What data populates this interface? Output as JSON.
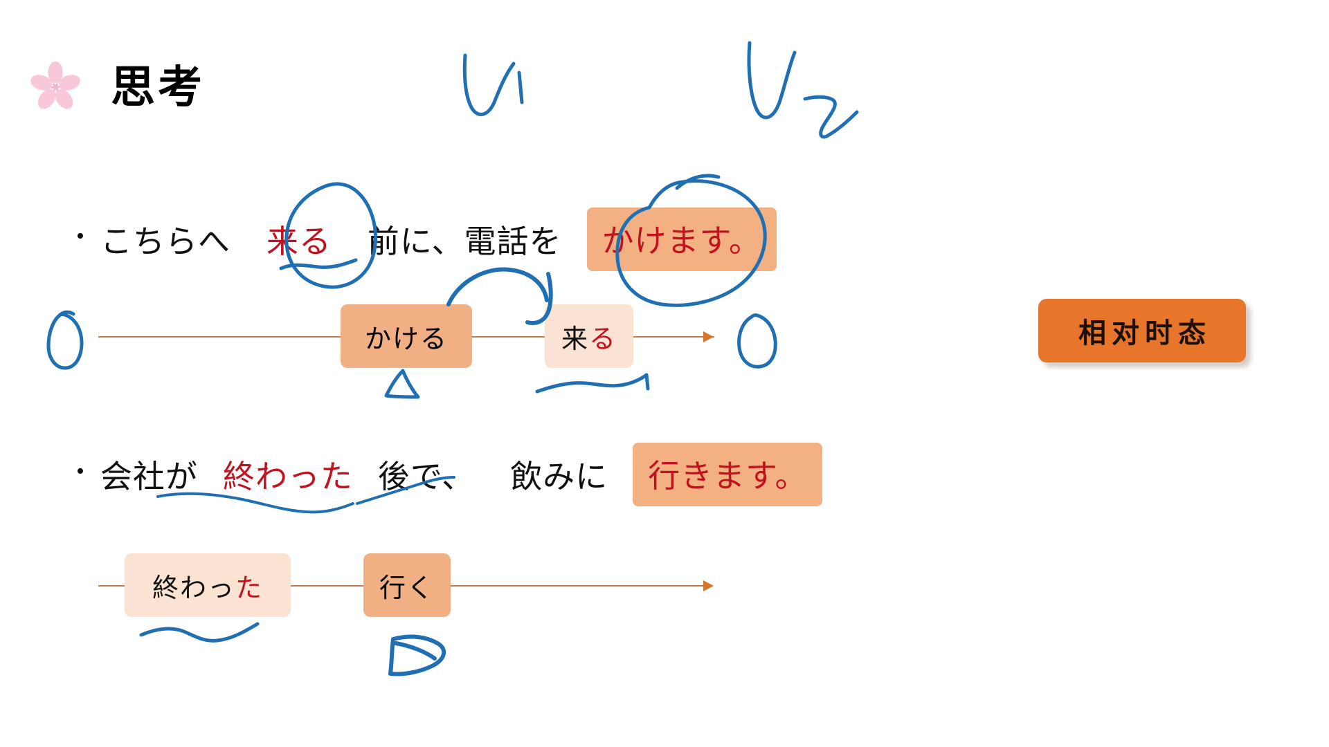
{
  "slide": {
    "background_color": "#ffffff",
    "title": "思考",
    "title_icon": "sakura-blossom-icon",
    "title_icon_color": "#f7c3d4"
  },
  "palette": {
    "highlight_orange": "#f3b183",
    "light_peach": "#fbe3d4",
    "chip_orange": "#e8762a",
    "ink_blue": "#1f6fb2",
    "accent_red": "#c1121f",
    "timeline_brown": "#c07a50",
    "text_black": "#111111"
  },
  "sentences": [
    {
      "bullet": "•",
      "segments": [
        {
          "text": "こちらへ",
          "color": "black",
          "highlight": false
        },
        {
          "text": "来る",
          "color": "red",
          "highlight": false,
          "annotation": "blue-circle"
        },
        {
          "text": "前に、電話を",
          "color": "black",
          "highlight": false
        },
        {
          "text": "かけます。",
          "color": "red",
          "highlight": true,
          "annotation": "blue-circle"
        }
      ],
      "plain_text": "こちらへ 来る 前に、電話を かけます。"
    },
    {
      "bullet": "•",
      "segments": [
        {
          "text": "会社が",
          "color": "black",
          "highlight": false
        },
        {
          "text": "終わった",
          "color": "red",
          "highlight": false,
          "annotation": "blue-wavy-underline"
        },
        {
          "text": "後で、",
          "color": "black",
          "highlight": false
        },
        {
          "text": "飲みに",
          "color": "black",
          "highlight": false
        },
        {
          "text": "行きます。",
          "color": "red",
          "highlight": true
        }
      ],
      "plain_text": "会社が 終わった 後で、 飲みに 行きます。"
    }
  ],
  "timelines": [
    {
      "name": "timeline-one",
      "boxes": [
        {
          "label": "かける",
          "style": "dark",
          "label_red_tail": ""
        },
        {
          "label": "来る",
          "style": "light",
          "label_black_head": "来",
          "label_red_tail": "る"
        }
      ],
      "start_marker": "blue-hand-circle",
      "end_marker": "blue-hand-circle",
      "arrow_direction": "right"
    },
    {
      "name": "timeline-two",
      "boxes": [
        {
          "label": "終わった",
          "style": "light",
          "label_black_head": "終わっ",
          "label_red_tail": "た"
        },
        {
          "label": "行く",
          "style": "dark",
          "label_red_tail": ""
        }
      ],
      "arrow_direction": "right"
    }
  ],
  "chip": {
    "label": "相对时态",
    "color": "#e8762a"
  },
  "ink_annotations": [
    {
      "name": "handwritten-i-one",
      "glyph": "い",
      "color": "#1f6fb2"
    },
    {
      "name": "handwritten-i-two",
      "glyph": "いヽ",
      "color": "#1f6fb2"
    },
    {
      "name": "circle-around-kuru",
      "color": "#1f6fb2"
    },
    {
      "name": "circle-around-kakemasu",
      "color": "#1f6fb2"
    },
    {
      "name": "curved-arrow-kakeru-to-kuru",
      "color": "#1f6fb2"
    },
    {
      "name": "triangle-mark-kakeru",
      "color": "#1f6fb2"
    },
    {
      "name": "triangle-mark-iku",
      "color": "#1f6fb2"
    },
    {
      "name": "wavy-underline-kuru-box",
      "color": "#1f6fb2"
    },
    {
      "name": "wavy-underline-owatta-box",
      "color": "#1f6fb2"
    },
    {
      "name": "wavy-underline-kaishaga",
      "color": "#1f6fb2"
    },
    {
      "name": "wavy-underline-owatta-text",
      "color": "#1f6fb2"
    },
    {
      "name": "squiggle-under-kuru-text",
      "color": "#1f6fb2"
    },
    {
      "name": "oval-timeline-start",
      "color": "#1f6fb2"
    },
    {
      "name": "oval-timeline-end",
      "color": "#1f6fb2"
    }
  ]
}
